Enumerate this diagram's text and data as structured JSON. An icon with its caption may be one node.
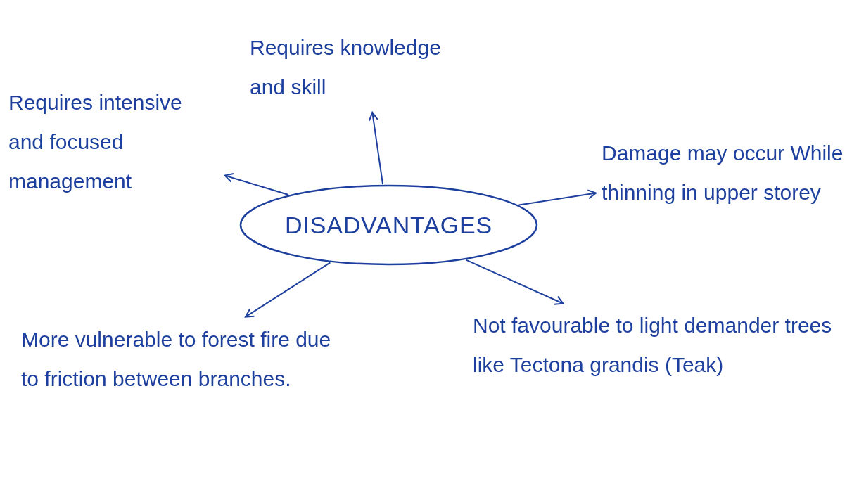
{
  "diagram": {
    "nodes": [
      {
        "text": [
          "DISADVANTAGES"
        ]
      },
      {
        "text": [
          "Requires knowledge and skill"
        ]
      },
      {
        "text": [
          "Requires intensive and focused management"
        ]
      },
      {
        "text": [
          "Damage may occur While thinning in upper storey"
        ]
      },
      {
        "text": [
          "More vulnerable to forest fire due to friction between branches."
        ]
      },
      {
        "text": [
          "Not favourable to light demander trees like Tectona grandis (Teak)"
        ]
      }
    ],
    "edges": [
      {
        "from": 0,
        "to": 1,
        "arrow": "to"
      },
      {
        "from": 0,
        "to": 2,
        "arrow": "to"
      },
      {
        "from": 0,
        "to": 3,
        "arrow": "to"
      },
      {
        "from": 0,
        "to": 4,
        "arrow": "to"
      },
      {
        "from": 0,
        "to": 5,
        "arrow": "to"
      }
    ]
  }
}
